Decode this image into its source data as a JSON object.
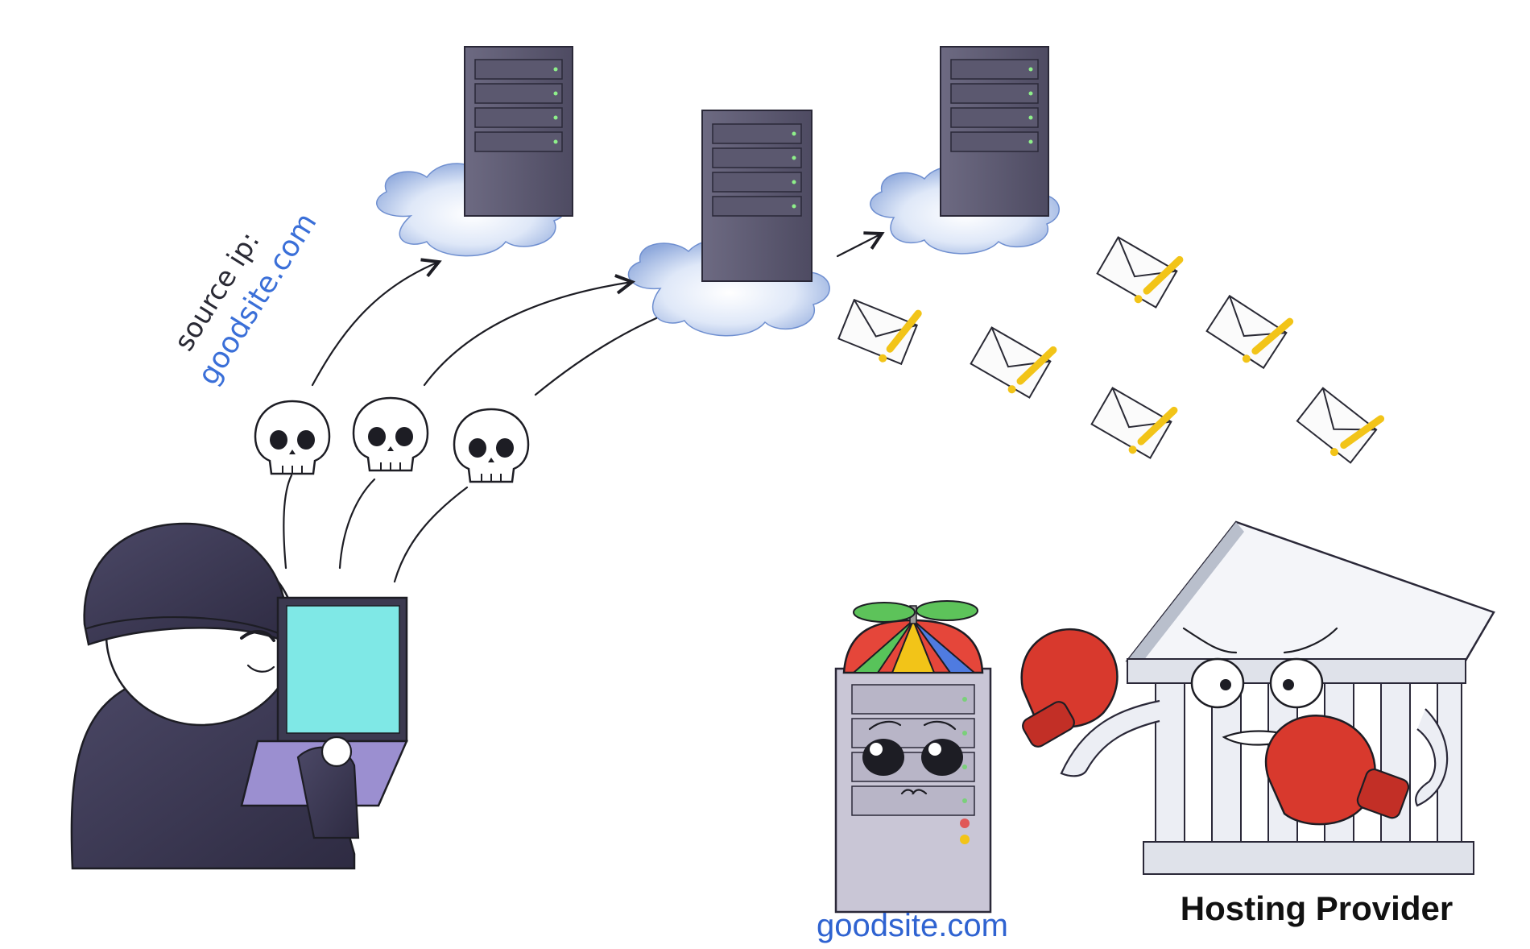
{
  "source_ip": {
    "label": "source ip:",
    "value": "goodsite.com"
  },
  "victim_caption": "goodsite.com",
  "provider_caption": "Hosting Provider",
  "colors": {
    "server_body": "#5d5a72",
    "cloud": "#b9cdef",
    "hoodie": "#3e3b55",
    "screen": "#7fe8e6",
    "victim_server": "#c9c6d6",
    "glove": "#d8392d",
    "envelope_flag": "#f2c418",
    "link_blue": "#2f63d1"
  }
}
